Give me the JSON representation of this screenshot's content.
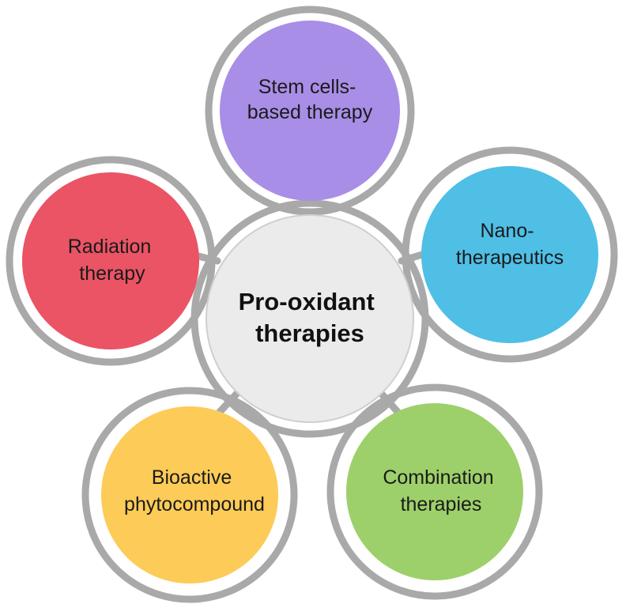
{
  "center": {
    "line1": "Pro-oxidant",
    "line2": "therapies",
    "color": "#ebebeb"
  },
  "outline_color": "#a9a9a9",
  "petals": [
    {
      "id": "stem-cells",
      "line1": "Stem cells-",
      "line2": "based therapy",
      "color": "#a88ee6"
    },
    {
      "id": "nano",
      "line1": "Nano-",
      "line2": "therapeutics",
      "color": "#4fbfe6"
    },
    {
      "id": "combination",
      "line1": "Combination",
      "line2": "therapies",
      "color": "#9dd06a"
    },
    {
      "id": "bioactive",
      "line1": "Bioactive",
      "line2": "phytocompound",
      "color": "#fdcb58"
    },
    {
      "id": "radiation",
      "line1": "Radiation",
      "line2": "therapy",
      "color": "#ea5465"
    }
  ]
}
